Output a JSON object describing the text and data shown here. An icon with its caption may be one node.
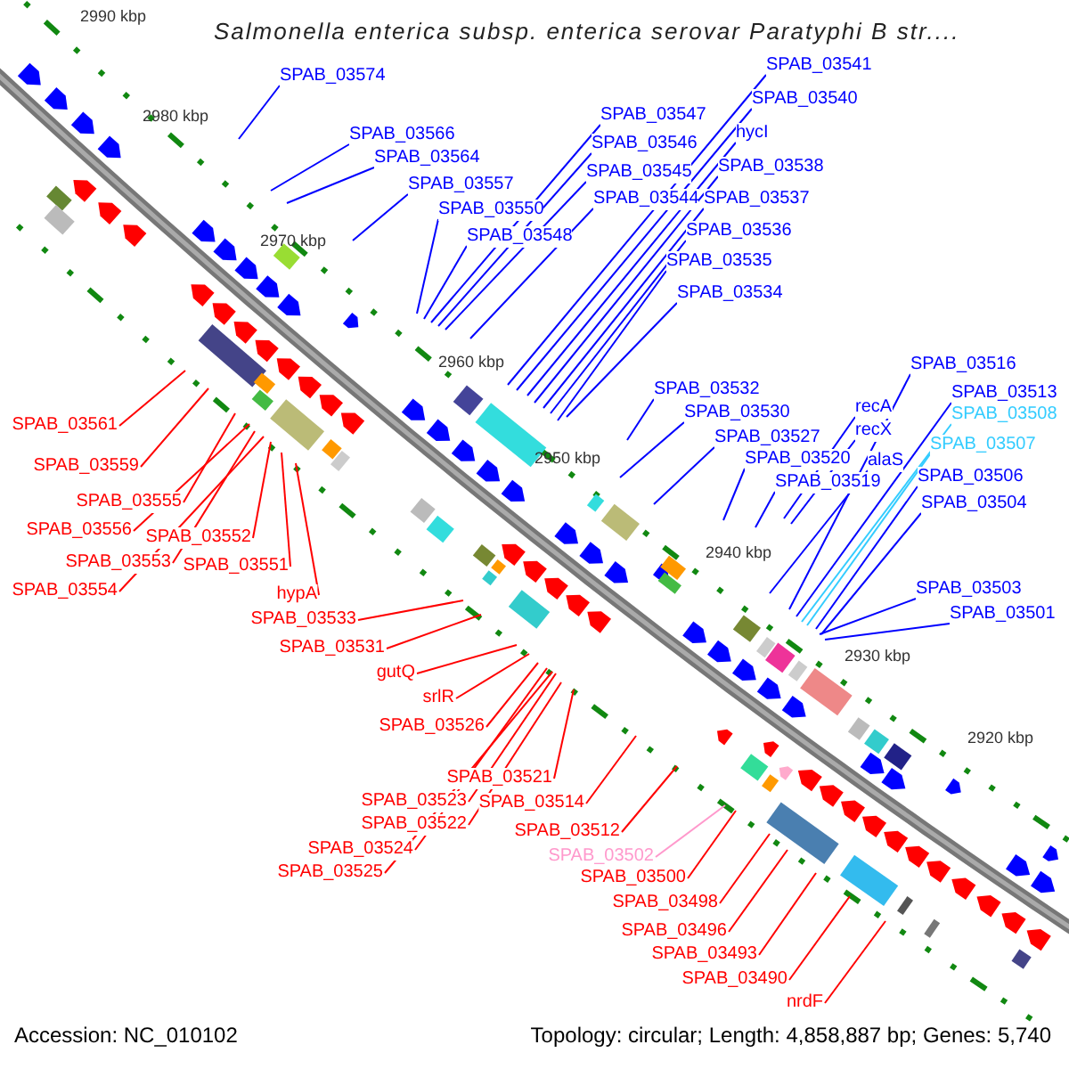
{
  "diagram": {
    "title": "Salmonella enterica subsp. enterica serovar Paratyphi B str....",
    "nodes": [
      {
        "text": [
          "SPAB_03574"
        ]
      },
      {
        "text": [
          "SPAB_03566"
        ]
      },
      {
        "text": [
          "SPAB_03564"
        ]
      },
      {
        "text": [
          "SPAB_03557"
        ]
      },
      {
        "text": [
          "SPAB_03550"
        ]
      },
      {
        "text": [
          "SPAB_03548"
        ]
      },
      {
        "text": [
          "SPAB_03547"
        ]
      },
      {
        "text": [
          "SPAB_03546"
        ]
      },
      {
        "text": [
          "SPAB_03545"
        ]
      },
      {
        "text": [
          "SPAB_03544"
        ]
      },
      {
        "text": [
          "SPAB_03541"
        ]
      },
      {
        "text": [
          "SPAB_03540"
        ]
      },
      {
        "text": [
          "hycI"
        ]
      },
      {
        "text": [
          "SPAB_03538"
        ]
      },
      {
        "text": [
          "SPAB_03537"
        ]
      },
      {
        "text": [
          "SPAB_03536"
        ]
      },
      {
        "text": [
          "SPAB_03535"
        ]
      },
      {
        "text": [
          "SPAB_03534"
        ]
      },
      {
        "text": [
          "SPAB_03532"
        ]
      },
      {
        "text": [
          "SPAB_03530"
        ]
      },
      {
        "text": [
          "SPAB_03527"
        ]
      },
      {
        "text": [
          "SPAB_03520"
        ]
      },
      {
        "text": [
          "SPAB_03519"
        ]
      },
      {
        "text": [
          "recA"
        ]
      },
      {
        "text": [
          "recX"
        ]
      },
      {
        "text": [
          "alaS"
        ]
      },
      {
        "text": [
          "SPAB_03516"
        ]
      },
      {
        "text": [
          "SPAB_03513"
        ]
      },
      {
        "text": [
          "SPAB_03508"
        ]
      },
      {
        "text": [
          "SPAB_03507"
        ]
      },
      {
        "text": [
          "SPAB_03506"
        ]
      },
      {
        "text": [
          "SPAB_03504"
        ]
      },
      {
        "text": [
          "SPAB_03503"
        ]
      },
      {
        "text": [
          "SPAB_03501"
        ]
      },
      {
        "text": [
          "SPAB_03561"
        ]
      },
      {
        "text": [
          "SPAB_03559"
        ]
      },
      {
        "text": [
          "SPAB_03555"
        ]
      },
      {
        "text": [
          "SPAB_03556"
        ]
      },
      {
        "text": [
          "SPAB_03552"
        ]
      },
      {
        "text": [
          "SPAB_03553"
        ]
      },
      {
        "text": [
          "SPAB_03551"
        ]
      },
      {
        "text": [
          "SPAB_03554"
        ]
      },
      {
        "text": [
          "hypA"
        ]
      },
      {
        "text": [
          "SPAB_03533"
        ]
      },
      {
        "text": [
          "SPAB_03531"
        ]
      },
      {
        "text": [
          "gutQ"
        ]
      },
      {
        "text": [
          "srlR"
        ]
      },
      {
        "text": [
          "SPAB_03526"
        ]
      },
      {
        "text": [
          "SPAB_03521"
        ]
      },
      {
        "text": [
          "SPAB_03523"
        ]
      },
      {
        "text": [
          "SPAB_03514"
        ]
      },
      {
        "text": [
          "SPAB_03522"
        ]
      },
      {
        "text": [
          "SPAB_03524"
        ]
      },
      {
        "text": [
          "SPAB_03525"
        ]
      },
      {
        "text": [
          "SPAB_03512"
        ]
      },
      {
        "text": [
          "SPAB_03502"
        ]
      },
      {
        "text": [
          "SPAB_03500"
        ]
      },
      {
        "text": [
          "SPAB_03498"
        ]
      },
      {
        "text": [
          "SPAB_03496"
        ]
      },
      {
        "text": [
          "SPAB_03493"
        ]
      },
      {
        "text": [
          "SPAB_03490"
        ]
      },
      {
        "text": [
          "nrdF"
        ]
      }
    ],
    "edges": [
      {
        "from": 0,
        "to": null,
        "arrow": "none"
      },
      {
        "from": 1,
        "to": null,
        "arrow": "none"
      },
      {
        "from": 2,
        "to": null,
        "arrow": "none"
      },
      {
        "from": 3,
        "to": null,
        "arrow": "none"
      },
      {
        "from": 4,
        "to": null,
        "arrow": "none"
      },
      {
        "from": 5,
        "to": null,
        "arrow": "none"
      },
      {
        "from": 6,
        "to": null,
        "arrow": "none"
      },
      {
        "from": 7,
        "to": null,
        "arrow": "none"
      },
      {
        "from": 8,
        "to": null,
        "arrow": "none"
      },
      {
        "from": 9,
        "to": null,
        "arrow": "none"
      },
      {
        "from": 10,
        "to": null,
        "arrow": "none"
      },
      {
        "from": 11,
        "to": null,
        "arrow": "none"
      },
      {
        "from": 12,
        "to": null,
        "arrow": "none"
      },
      {
        "from": 13,
        "to": null,
        "arrow": "none"
      },
      {
        "from": 14,
        "to": null,
        "arrow": "none"
      },
      {
        "from": 15,
        "to": null,
        "arrow": "none"
      },
      {
        "from": 16,
        "to": null,
        "arrow": "none"
      },
      {
        "from": 17,
        "to": null,
        "arrow": "none"
      },
      {
        "from": 18,
        "to": null,
        "arrow": "none"
      },
      {
        "from": 19,
        "to": null,
        "arrow": "none"
      },
      {
        "from": 20,
        "to": null,
        "arrow": "none"
      },
      {
        "from": 21,
        "to": null,
        "arrow": "none"
      },
      {
        "from": 22,
        "to": null,
        "arrow": "none"
      },
      {
        "from": 23,
        "to": null,
        "arrow": "none"
      },
      {
        "from": 24,
        "to": null,
        "arrow": "none"
      },
      {
        "from": 25,
        "to": null,
        "arrow": "none"
      },
      {
        "from": 26,
        "to": null,
        "arrow": "none"
      },
      {
        "from": 27,
        "to": null,
        "arrow": "none"
      },
      {
        "from": 28,
        "to": null,
        "arrow": "none",
        "color": "#33ccff"
      },
      {
        "from": 29,
        "to": null,
        "arrow": "none",
        "color": "#33ccff"
      },
      {
        "from": 30,
        "to": null,
        "arrow": "none"
      },
      {
        "from": 31,
        "to": null,
        "arrow": "none"
      },
      {
        "from": 32,
        "to": null,
        "arrow": "none"
      },
      {
        "from": 33,
        "to": null,
        "arrow": "none"
      },
      {
        "from": 34,
        "to": null,
        "arrow": "none",
        "color": "#ff0000"
      },
      {
        "from": 35,
        "to": null,
        "arrow": "none",
        "color": "#ff0000"
      },
      {
        "from": 36,
        "to": null,
        "arrow": "none",
        "color": "#ff0000"
      },
      {
        "from": 37,
        "to": null,
        "arrow": "none",
        "color": "#ff0000"
      },
      {
        "from": 38,
        "to": null,
        "arrow": "none",
        "color": "#ff0000"
      },
      {
        "from": 39,
        "to": null,
        "arrow": "none",
        "color": "#ff0000"
      },
      {
        "from": 40,
        "to": null,
        "arrow": "none",
        "color": "#ff0000"
      },
      {
        "from": 41,
        "to": null,
        "arrow": "none",
        "color": "#ff0000"
      },
      {
        "from": 42,
        "to": null,
        "arrow": "none",
        "color": "#ff0000"
      },
      {
        "from": 43,
        "to": null,
        "arrow": "none",
        "color": "#ff0000"
      },
      {
        "from": 44,
        "to": null,
        "arrow": "none",
        "color": "#ff0000"
      },
      {
        "from": 45,
        "to": null,
        "arrow": "none",
        "color": "#ff0000"
      },
      {
        "from": 46,
        "to": null,
        "arrow": "none",
        "color": "#ff0000"
      },
      {
        "from": 47,
        "to": null,
        "arrow": "none",
        "color": "#ff0000"
      },
      {
        "from": 48,
        "to": null,
        "arrow": "none",
        "color": "#ff0000"
      },
      {
        "from": 49,
        "to": null,
        "arrow": "none",
        "color": "#ff0000"
      },
      {
        "from": 50,
        "to": null,
        "arrow": "none",
        "color": "#ff0000"
      },
      {
        "from": 51,
        "to": null,
        "arrow": "none",
        "color": "#ff0000"
      },
      {
        "from": 52,
        "to": null,
        "arrow": "none",
        "color": "#ff0000"
      },
      {
        "from": 53,
        "to": null,
        "arrow": "none",
        "color": "#ff0000"
      },
      {
        "from": 54,
        "to": null,
        "arrow": "none",
        "color": "#ff0000"
      },
      {
        "from": 55,
        "to": null,
        "arrow": "none",
        "color": "#ff99cc"
      },
      {
        "from": 56,
        "to": null,
        "arrow": "none",
        "color": "#ff0000"
      },
      {
        "from": 57,
        "to": null,
        "arrow": "none",
        "color": "#ff0000"
      },
      {
        "from": 58,
        "to": null,
        "arrow": "none",
        "color": "#ff0000"
      },
      {
        "from": 59,
        "to": null,
        "arrow": "none",
        "color": "#ff0000"
      },
      {
        "from": 60,
        "to": null,
        "arrow": "none",
        "color": "#ff0000"
      },
      {
        "from": 61,
        "to": null,
        "arrow": "none",
        "color": "#ff0000"
      }
    ],
    "labels": [
      "2990 kbp",
      "2980 kbp",
      "2970 kbp",
      "2960 kbp",
      "2950 kbp",
      "2940 kbp",
      "2930 kbp",
      "2920 kbp",
      "Accession: NC_010102",
      "Topology: circular; Length: 4,858,887 bp; Genes: 5,740"
    ]
  }
}
